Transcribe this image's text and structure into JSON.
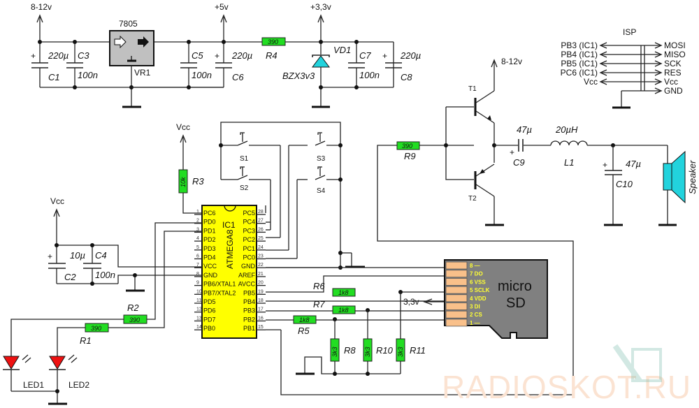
{
  "power": {
    "vin": "8-12v",
    "v5": "+5v",
    "v33": "+3,3v",
    "vcc": "Vcc",
    "vcc2": "Vcc",
    "t1_supply": "8-12v",
    "sd_supply": "3,3v"
  },
  "regulator": {
    "part": "7805",
    "ref": "VR1"
  },
  "capacitors": {
    "c1": {
      "ref": "C1",
      "value": "220µ"
    },
    "c3": {
      "ref": "C3",
      "value": "100n"
    },
    "c5": {
      "ref": "C5",
      "value": "100n"
    },
    "c6": {
      "ref": "C6",
      "value": "220µ"
    },
    "c7": {
      "ref": "C7",
      "value": "100n"
    },
    "c8": {
      "ref": "C8",
      "value": "220µ"
    },
    "c2": {
      "ref": "C2",
      "value": "10µ"
    },
    "c4": {
      "ref": "C4",
      "value": "100n"
    },
    "c9": {
      "ref": "C9",
      "value": "47µ"
    },
    "c10": {
      "ref": "C10",
      "value": "47µ"
    },
    "plus": "+"
  },
  "resistors": {
    "r1": {
      "ref": "R1",
      "value": "390"
    },
    "r2": {
      "ref": "R2",
      "value": "390"
    },
    "r3": {
      "ref": "R3",
      "value": "10k"
    },
    "r4": {
      "ref": "R4",
      "value": "390"
    },
    "r5": {
      "ref": "R5",
      "value": "1k8"
    },
    "r6": {
      "ref": "R6",
      "value": "1k8"
    },
    "r7": {
      "ref": "R7",
      "value": "1k8"
    },
    "r8": {
      "ref": "R8",
      "value": "3k3"
    },
    "r9": {
      "ref": "R9",
      "value": "390"
    },
    "r10": {
      "ref": "R10",
      "value": "3k3"
    },
    "r11": {
      "ref": "R11",
      "value": "3k3"
    }
  },
  "diode": {
    "ref": "VD1",
    "part": "BZX3v3"
  },
  "leds": {
    "led1": "LED1",
    "led2": "LED2"
  },
  "switches": {
    "s1": "S1",
    "s2": "S2",
    "s3": "S3",
    "s4": "S4"
  },
  "transistors": {
    "t1": "T1",
    "t2": "T2"
  },
  "inductor": {
    "ref": "L1",
    "value": "20µH"
  },
  "speaker": {
    "label": "Speaker"
  },
  "ic": {
    "ref": "IC1",
    "part": "ATMEGA8",
    "left_pins": [
      {
        "num": "1",
        "name": "PC6"
      },
      {
        "num": "2",
        "name": "PD0"
      },
      {
        "num": "3",
        "name": "PD1"
      },
      {
        "num": "4",
        "name": "PD2"
      },
      {
        "num": "5",
        "name": "PD3"
      },
      {
        "num": "6",
        "name": "PD4"
      },
      {
        "num": "7",
        "name": "VCC"
      },
      {
        "num": "8",
        "name": "GND"
      },
      {
        "num": "9",
        "name": "PB6/XTAL1"
      },
      {
        "num": "10",
        "name": "PB7/XTAL2"
      },
      {
        "num": "11",
        "name": "PD5"
      },
      {
        "num": "12",
        "name": "PD6"
      },
      {
        "num": "13",
        "name": "PD7"
      },
      {
        "num": "14",
        "name": "PB0"
      }
    ],
    "right_pins": [
      {
        "num": "28",
        "name": "PC5"
      },
      {
        "num": "27",
        "name": "PC4"
      },
      {
        "num": "26",
        "name": "PC3"
      },
      {
        "num": "25",
        "name": "PC2"
      },
      {
        "num": "24",
        "name": "PC1"
      },
      {
        "num": "23",
        "name": "PC0"
      },
      {
        "num": "22",
        "name": "GND"
      },
      {
        "num": "21",
        "name": "AREF"
      },
      {
        "num": "20",
        "name": "AVCC"
      },
      {
        "num": "19",
        "name": "PB5"
      },
      {
        "num": "18",
        "name": "PB4"
      },
      {
        "num": "17",
        "name": "PB3"
      },
      {
        "num": "16",
        "name": "PB2"
      },
      {
        "num": "15",
        "name": "PB1"
      }
    ]
  },
  "microsd": {
    "title_line1": "micro",
    "title_line2": "SD",
    "pins": [
      "8 —",
      "7 DO",
      "6 VSS",
      "5 SCLK",
      "4 VDD",
      "3 DI",
      "2 CS",
      "1 —"
    ]
  },
  "isp": {
    "title": "ISP",
    "left": [
      "PB3 (IC1)",
      "PB4 (IC1)",
      "PB5 (IC1)",
      "PC6 (IC1)",
      "Vcc"
    ],
    "right": [
      "MOSI",
      "MISO",
      "SCK",
      "RES",
      "Vcc",
      "GND"
    ]
  },
  "watermark": "RADIOSKOT.RU",
  "colors": {
    "resistor": "#22dd22",
    "ic_body": "#ffff00",
    "sd_body": "#808080",
    "sd_pad": "#f9c08a",
    "zener": "#22d3dd",
    "led": "#ee1111",
    "speaker": "#22d3dd",
    "regulator": "#c0c0c0"
  }
}
